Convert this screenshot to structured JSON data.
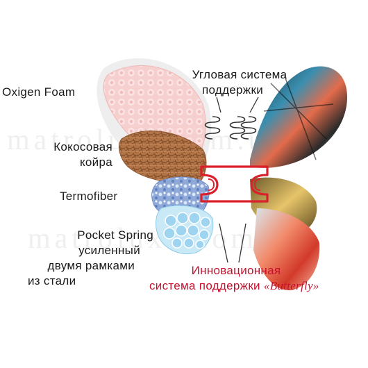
{
  "labels": {
    "oxigen_foam": "Oxigen Foam",
    "coconut_line1": "Кокосовая",
    "coconut_line2": "койра",
    "termofiber": "Termofiber",
    "pocket_line1": "Pocket Spring",
    "pocket_line2": "усиленный",
    "pocket_line3": "двумя рамками",
    "pocket_line4": "из стали",
    "corner_line1": "Угловая система",
    "corner_line2": "поддержки",
    "innov_line1": "Инновационная",
    "innov_line2": "система поддержки",
    "innov_brand": "«Butterfly»"
  },
  "watermark": {
    "line1": "matroluxe.com.ua",
    "line2": "matroluxe.com.ua"
  },
  "colors": {
    "text": "#1a1a1a",
    "accent_red": "#c8102e",
    "foam_pink": "#f4c9c9",
    "coir_brown": "#b0744a",
    "fiber_blue": "#8aa6d6",
    "spring_cyan": "#a9d8f2",
    "frame_red": "#d9202b"
  }
}
